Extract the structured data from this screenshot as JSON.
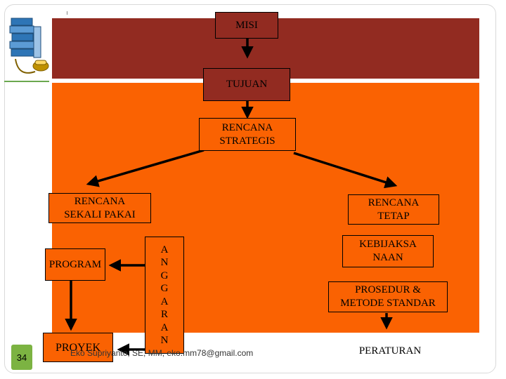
{
  "diagram": {
    "nodes": {
      "misi": "MISI",
      "tujuan": "TUJUAN",
      "rencana_strategis": "RENCANA\nSTRATEGIS",
      "rencana_sekali_pakai": "RENCANA\nSEKALI PAKAI",
      "rencana_tetap": "RENCANA\nTETAP",
      "program": "PROGRAM",
      "proyek": "PROYEK",
      "anggaran": [
        "A",
        "N",
        "G",
        "G",
        "A",
        "R",
        "A",
        "N"
      ],
      "kebijaksanaan": "KEBIJAKSA\nNAAN",
      "prosedur": "PROSEDUR &\nMETODE STANDAR",
      "peraturan": "PERATURAN"
    },
    "edges": [
      [
        "MISI",
        "TUJUAN"
      ],
      [
        "TUJUAN",
        "RENCANA STRATEGIS"
      ],
      [
        "RENCANA STRATEGIS",
        "RENCANA SEKALI PAKAI"
      ],
      [
        "RENCANA STRATEGIS",
        "RENCANA TETAP"
      ],
      [
        "ANGGARAN",
        "PROGRAM"
      ],
      [
        "ANGGARAN",
        "PROYEK"
      ],
      [
        "PROGRAM",
        "PROYEK"
      ],
      [
        "PROSEDUR & METODE STANDAR",
        "PERATURAN"
      ]
    ]
  },
  "footer": {
    "page_number": "34",
    "text": "Eko Supriyanto, SE, MM, eko.mm78@gmail.com"
  },
  "colors": {
    "band_top": "#922b21",
    "band_main": "#fa6202",
    "page_badge": "#7cb342"
  },
  "icons": {
    "logo": "books-and-telephone-icon"
  }
}
